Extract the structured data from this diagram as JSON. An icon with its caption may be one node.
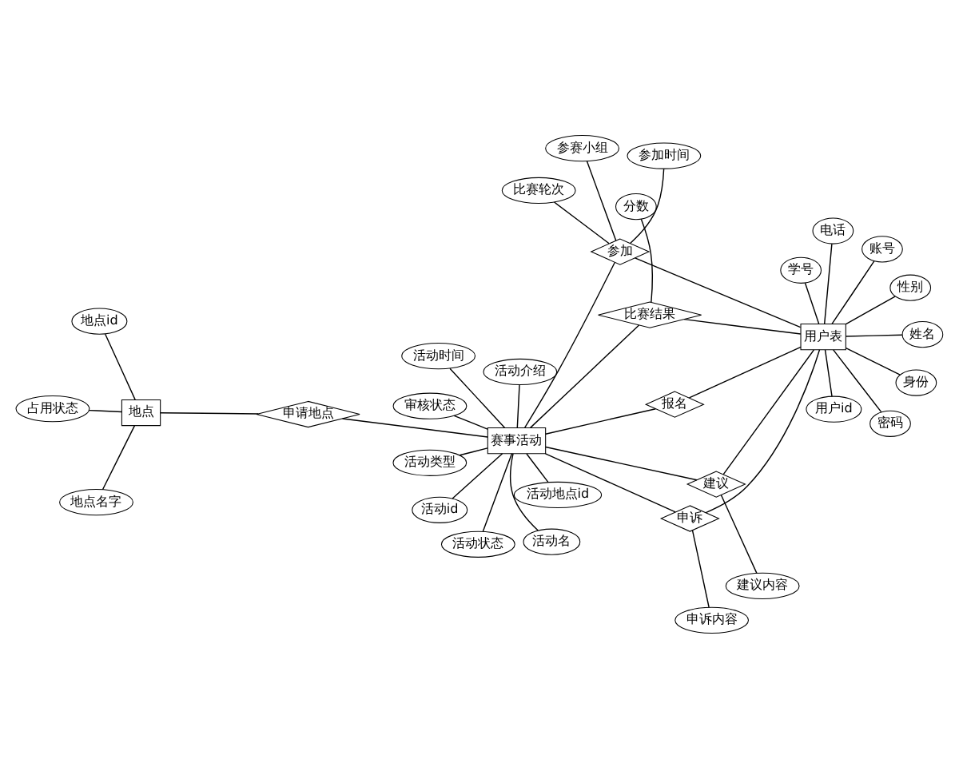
{
  "diagram": {
    "nodes": [
      {
        "text": [
          "赛事活动"
        ]
      },
      {
        "text": [
          "活动地点id"
        ]
      },
      {
        "text": [
          "活动状态"
        ]
      },
      {
        "text": [
          "活动时间"
        ]
      },
      {
        "text": [
          "活动介绍"
        ]
      },
      {
        "text": [
          "审核状态"
        ]
      },
      {
        "text": [
          "活动类型"
        ]
      },
      {
        "text": [
          "活动名"
        ]
      },
      {
        "text": [
          "活动id"
        ]
      },
      {
        "text": [
          "用户表"
        ]
      },
      {
        "text": [
          "用户id"
        ]
      },
      {
        "text": [
          "学号"
        ]
      },
      {
        "text": [
          "姓名"
        ]
      },
      {
        "text": [
          "性别"
        ]
      },
      {
        "text": [
          "账号"
        ]
      },
      {
        "text": [
          "密码"
        ]
      },
      {
        "text": [
          "身份"
        ]
      },
      {
        "text": [
          "电话"
        ]
      },
      {
        "text": [
          "参加"
        ]
      },
      {
        "text": [
          "参赛小组"
        ]
      },
      {
        "text": [
          "参加时间"
        ]
      },
      {
        "text": [
          "比赛轮次"
        ]
      },
      {
        "text": [
          "报名"
        ]
      },
      {
        "text": [
          "分数"
        ]
      },
      {
        "text": [
          "比赛结果"
        ]
      },
      {
        "text": [
          "建议"
        ]
      },
      {
        "text": [
          "建议内容"
        ]
      },
      {
        "text": [
          "申诉"
        ]
      },
      {
        "text": [
          "申诉内容"
        ]
      },
      {
        "text": [
          "申请地点"
        ]
      },
      {
        "text": [
          "地点"
        ]
      },
      {
        "text": [
          "地点id"
        ]
      },
      {
        "text": [
          "地点名字"
        ]
      },
      {
        "text": [
          "占用状态"
        ]
      }
    ],
    "edges": [
      {
        "from": 0,
        "to": 1,
        "arrow": "none"
      },
      {
        "from": 0,
        "to": 2,
        "arrow": "none"
      },
      {
        "from": 0,
        "to": 3,
        "arrow": "none"
      },
      {
        "from": 0,
        "to": 4,
        "arrow": "none"
      },
      {
        "from": 0,
        "to": 5,
        "arrow": "none"
      },
      {
        "from": 0,
        "to": 6,
        "arrow": "none"
      },
      {
        "from": 0,
        "to": 7,
        "arrow": "none"
      },
      {
        "from": 0,
        "to": 8,
        "arrow": "none"
      },
      {
        "from": 9,
        "to": 10,
        "arrow": "none"
      },
      {
        "from": 9,
        "to": 11,
        "arrow": "none"
      },
      {
        "from": 9,
        "to": 12,
        "arrow": "none"
      },
      {
        "from": 9,
        "to": 13,
        "arrow": "none"
      },
      {
        "from": 9,
        "to": 14,
        "arrow": "none"
      },
      {
        "from": 9,
        "to": 15,
        "arrow": "none"
      },
      {
        "from": 9,
        "to": 16,
        "arrow": "none"
      },
      {
        "from": 9,
        "to": 17,
        "arrow": "none"
      },
      {
        "from": 0,
        "to": 18,
        "arrow": "none"
      },
      {
        "from": 18,
        "to": 9,
        "arrow": "none"
      },
      {
        "from": 18,
        "to": 19,
        "arrow": "none"
      },
      {
        "from": 18,
        "to": 20,
        "arrow": "none"
      },
      {
        "from": 18,
        "to": 21,
        "arrow": "none"
      },
      {
        "from": 0,
        "to": 22,
        "arrow": "none"
      },
      {
        "from": 22,
        "to": 9,
        "arrow": "none"
      },
      {
        "from": 0,
        "to": 24,
        "arrow": "none"
      },
      {
        "from": 24,
        "to": 9,
        "arrow": "none"
      },
      {
        "from": 24,
        "to": 23,
        "arrow": "none"
      },
      {
        "from": 0,
        "to": 25,
        "arrow": "none"
      },
      {
        "from": 25,
        "to": 9,
        "arrow": "none"
      },
      {
        "from": 25,
        "to": 26,
        "arrow": "none"
      },
      {
        "from": 0,
        "to": 27,
        "arrow": "none"
      },
      {
        "from": 27,
        "to": 9,
        "arrow": "none"
      },
      {
        "from": 27,
        "to": 28,
        "arrow": "none"
      },
      {
        "from": 0,
        "to": 29,
        "arrow": "none"
      },
      {
        "from": 29,
        "to": 30,
        "arrow": "none"
      },
      {
        "from": 30,
        "to": 31,
        "arrow": "none"
      },
      {
        "from": 30,
        "to": 32,
        "arrow": "none"
      },
      {
        "from": 30,
        "to": 33,
        "arrow": "none"
      }
    ]
  }
}
